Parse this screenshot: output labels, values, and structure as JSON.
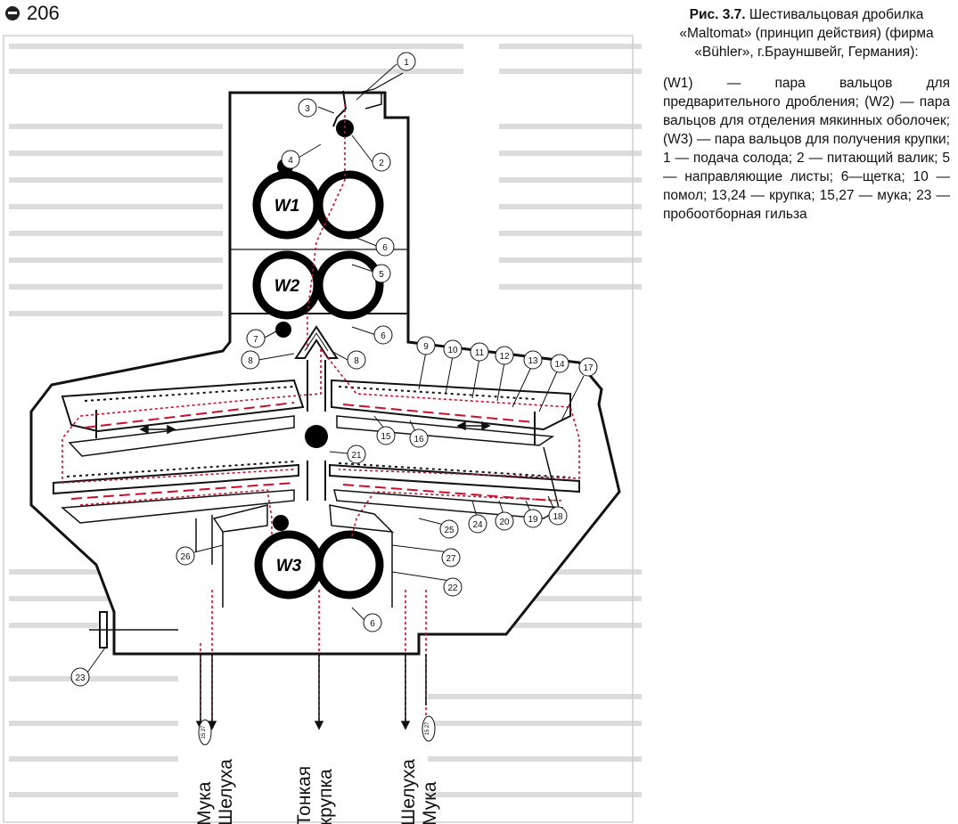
{
  "page": {
    "number": "206"
  },
  "caption": {
    "fig_label": "Рис. 3.7.",
    "title": "Шестивальцовая дробилка «Maltomat» (принцип действия) (фирма «Bühler», г.Брауншвейг, Германия):",
    "legend": "(W1) — пара вальцов для предварительного дробления; (W2) — пара вальцов для отделения мякинных оболочек; (W3) — пара вальцов для получения крупки; 1 — подача солода; 2 — питающий валик; 5 — направляющие листы; 6—щетка; 10 — помол; 13,24 — крупка; 15,27 — мука; 23 — пробоотборная гильза"
  },
  "diagram": {
    "rollers": {
      "w1": "W1",
      "w2": "W2",
      "w3": "W3"
    },
    "callouts": [
      "1",
      "2",
      "3",
      "4",
      "5",
      "6",
      "7",
      "8",
      "9",
      "10",
      "11",
      "12",
      "13",
      "14",
      "15",
      "16",
      "17",
      "18",
      "19",
      "20",
      "21",
      "22",
      "23",
      "24",
      "25",
      "26",
      "27"
    ],
    "outputs": {
      "left_1": "Мука",
      "left_2": "Шелуха",
      "mid_1": "Тонкая",
      "mid_2": "крупка",
      "right_1": "Шелуха",
      "right_2": "Мука",
      "tag_left": "15 27",
      "tag_right": "15 27"
    },
    "colors": {
      "line": "#111111",
      "flow": "#c8102e",
      "roller": "#000000"
    }
  }
}
